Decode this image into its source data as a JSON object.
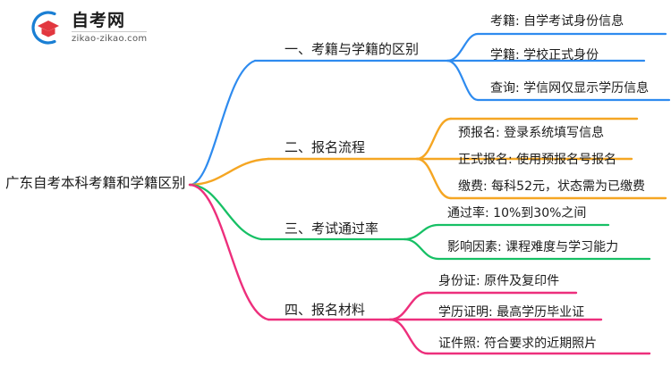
{
  "logo": {
    "title": "自考网",
    "domain": "zikao-zikao.com",
    "mark_outer_color": "#1a7fd4",
    "mark_inner_color": "#e2373f"
  },
  "mindmap": {
    "root": {
      "label": "广东自考本科考籍和学籍区别"
    },
    "branches": [
      {
        "label": "一、考籍与学籍的区别",
        "color": "#2e8bef",
        "leaves": [
          {
            "label": "考籍: 自学考试身份信息"
          },
          {
            "label": "学籍: 学校正式身份"
          },
          {
            "label": "查询: 学信网仅显示学历信息"
          }
        ]
      },
      {
        "label": "二、报名流程",
        "color": "#f5a623",
        "leaves": [
          {
            "label": "预报名: 登录系统填写信息"
          },
          {
            "label": "正式报名: 使用预报名号报名"
          },
          {
            "label": "缴费: 每科52元，状态需为已缴费"
          }
        ]
      },
      {
        "label": "三、考试通过率",
        "color": "#17c065",
        "leaves": [
          {
            "label": "通过率: 10%到30%之间"
          },
          {
            "label": "影响因素: 课程难度与学习能力"
          }
        ]
      },
      {
        "label": "四、报名材料",
        "color": "#ed2f7c",
        "leaves": [
          {
            "label": "身份证: 原件及复印件"
          },
          {
            "label": "学历证明: 最高学历毕业证"
          },
          {
            "label": "证件照: 符合要求的近期照片"
          }
        ]
      }
    ]
  }
}
